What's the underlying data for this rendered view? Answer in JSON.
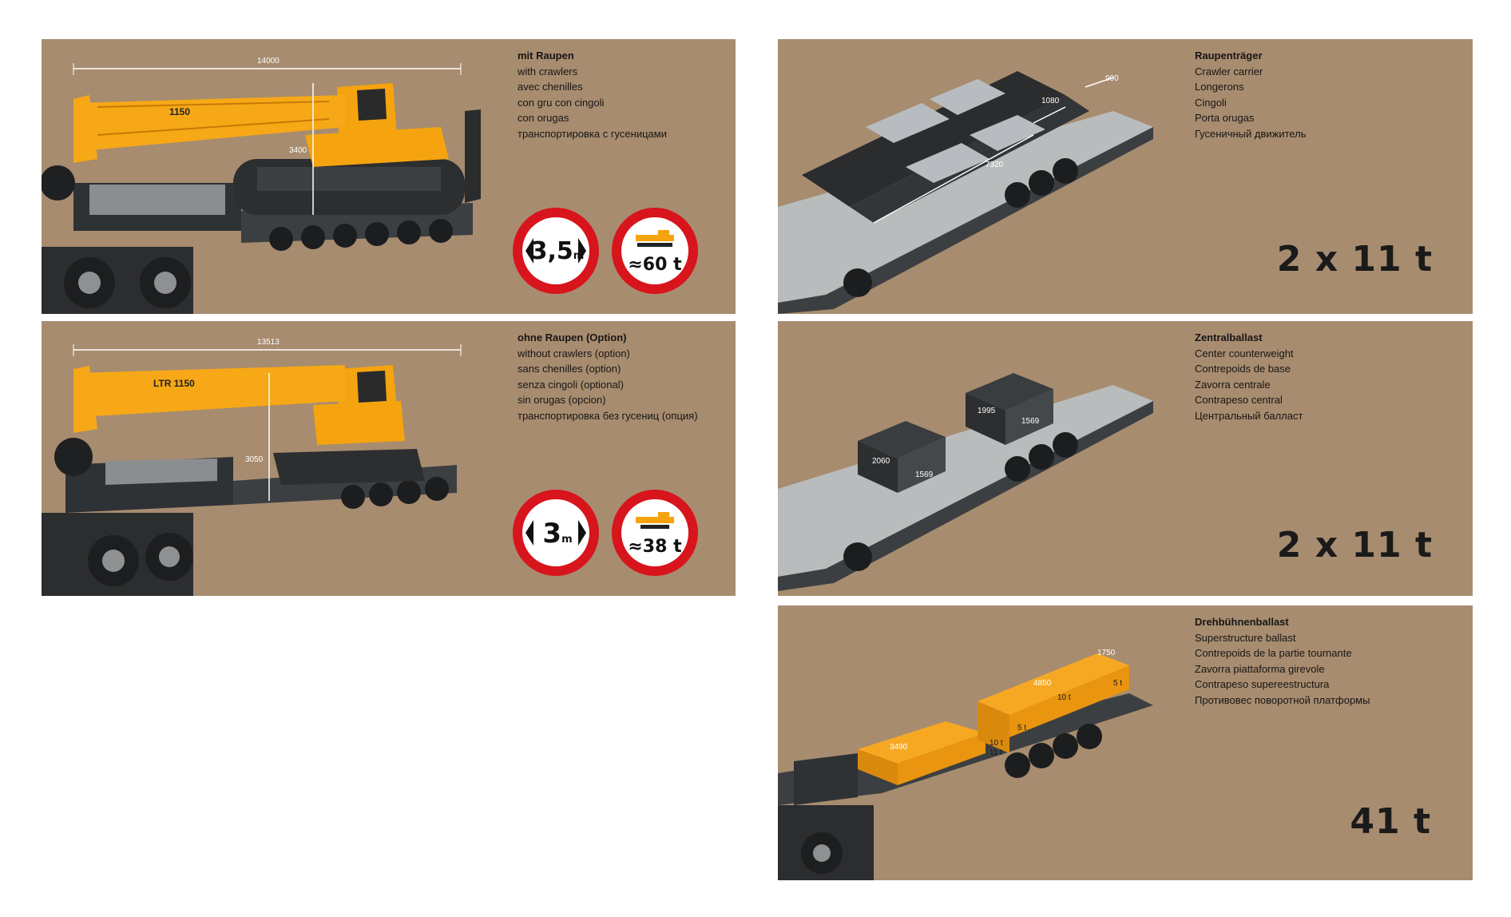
{
  "panels": {
    "crane_with_crawlers": {
      "lines": [
        "mit Raupen",
        "with crawlers",
        "avec chenilles",
        "con gru con cingoli",
        "con orugas",
        "транспортировка с гусеницами"
      ],
      "dims": {
        "length": "14000",
        "height": "3400"
      },
      "boom_label": "1150",
      "width_sign": {
        "value": "3,5",
        "unit": "m"
      },
      "weight_sign": "≈60 t"
    },
    "crane_without_crawlers": {
      "lines": [
        "ohne Raupen (Option)",
        "without crawlers (option)",
        "sans chenilles (option)",
        "senza cingoli (optional)",
        "sin orugas (opcion)",
        "транспортировка без гусениц (опция)"
      ],
      "dims": {
        "length": "13513",
        "height": "3050"
      },
      "boom_label": "LTR 1150",
      "width_sign": {
        "value": "3",
        "unit": "m"
      },
      "weight_sign": "≈38 t"
    },
    "crawler_carrier": {
      "lines": [
        "Raupenträger",
        "Crawler carrier",
        "Longerons",
        "Cingoli",
        "Porta orugas",
        "Гусеничный движитель"
      ],
      "dims": {
        "length": "7320",
        "width": "1080",
        "height": "900"
      },
      "weight": "2 x 11 t"
    },
    "center_counterweight": {
      "lines": [
        "Zentralballast",
        "Center counterweight",
        "Contrepoids de base",
        "Zavorra centrale",
        "Contrapeso central",
        "Центральный балласт"
      ],
      "dims": {
        "a": "2060",
        "b": "1569",
        "c": "1995",
        "d": "1569"
      },
      "weight": "2 x 11 t"
    },
    "superstructure_ballast": {
      "lines": [
        "Drehbühnenballast",
        "Superstructure ballast",
        "Contrepoids de la partie tournante",
        "Zavorra piattaforma girevole",
        "Contrapeso supereestructura",
        "Противовес поворотной платформы"
      ],
      "dims": {
        "a": "3490",
        "b": "4850",
        "c": "1750"
      },
      "labels": {
        "t10a": "10 t",
        "t11": "11 t",
        "t5a": "5 t",
        "t10b": "10 t",
        "t5b": "5 t"
      },
      "weight": "41 t"
    }
  },
  "colors": {
    "panel_bg": "#a88c6f",
    "crane_orange": "#f5a40f",
    "sign_red": "#d8141c",
    "trailer_dark": "#3a3d3f",
    "deck_light": "#b9bcbd"
  }
}
